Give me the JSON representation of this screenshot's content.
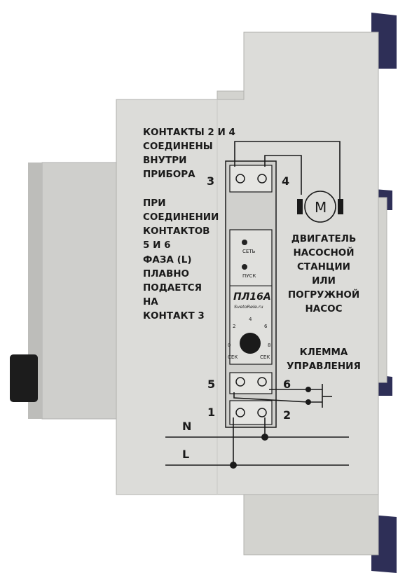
{
  "top_left_note": [
    "КОНТАКТЫ 2 И 4",
    "СОЕДИНЕНЫ",
    "ВНУТРИ",
    "ПРИБОРА"
  ],
  "left_note": [
    "ПРИ",
    "СОЕДИНЕНИИ",
    "КОНТАКТОВ",
    "5 И 6",
    "ФАЗА (L)",
    "ПЛАВНО",
    "ПОДАЕТСЯ",
    "НА",
    "КОНТАКТ 3"
  ],
  "motor_note": [
    "ДВИГАТЕЛЬ",
    "НАСОСНОЙ",
    "СТАНЦИИ",
    "ИЛИ",
    "ПОГРУЖНОЙ",
    "НАСОС"
  ],
  "control_note": [
    "КЛЕММА",
    "УПРАВЛЕНИЯ"
  ],
  "motor_symbol": "M",
  "terminals": {
    "t1": "1",
    "t2": "2",
    "t3": "3",
    "t4": "4",
    "t5": "5",
    "t6": "6"
  },
  "lines": {
    "neutral": "N",
    "phase": "L"
  },
  "device": {
    "led_power": "СЕТЬ",
    "led_start": "ПУСК",
    "model": "ПЛ16А",
    "site": "SvetoRele.ru",
    "dial_ticks": [
      "0",
      "2",
      "4",
      "6",
      "8"
    ],
    "dial_unit_left": "СЕК",
    "dial_unit_right": "СЕК"
  },
  "colors": {
    "housing": "#d9d9d6",
    "housing_dark": "#c4c4c1",
    "din_clip": "#2e2f57",
    "knob": "#1c1c1c",
    "wire": "#1a1a1a"
  }
}
